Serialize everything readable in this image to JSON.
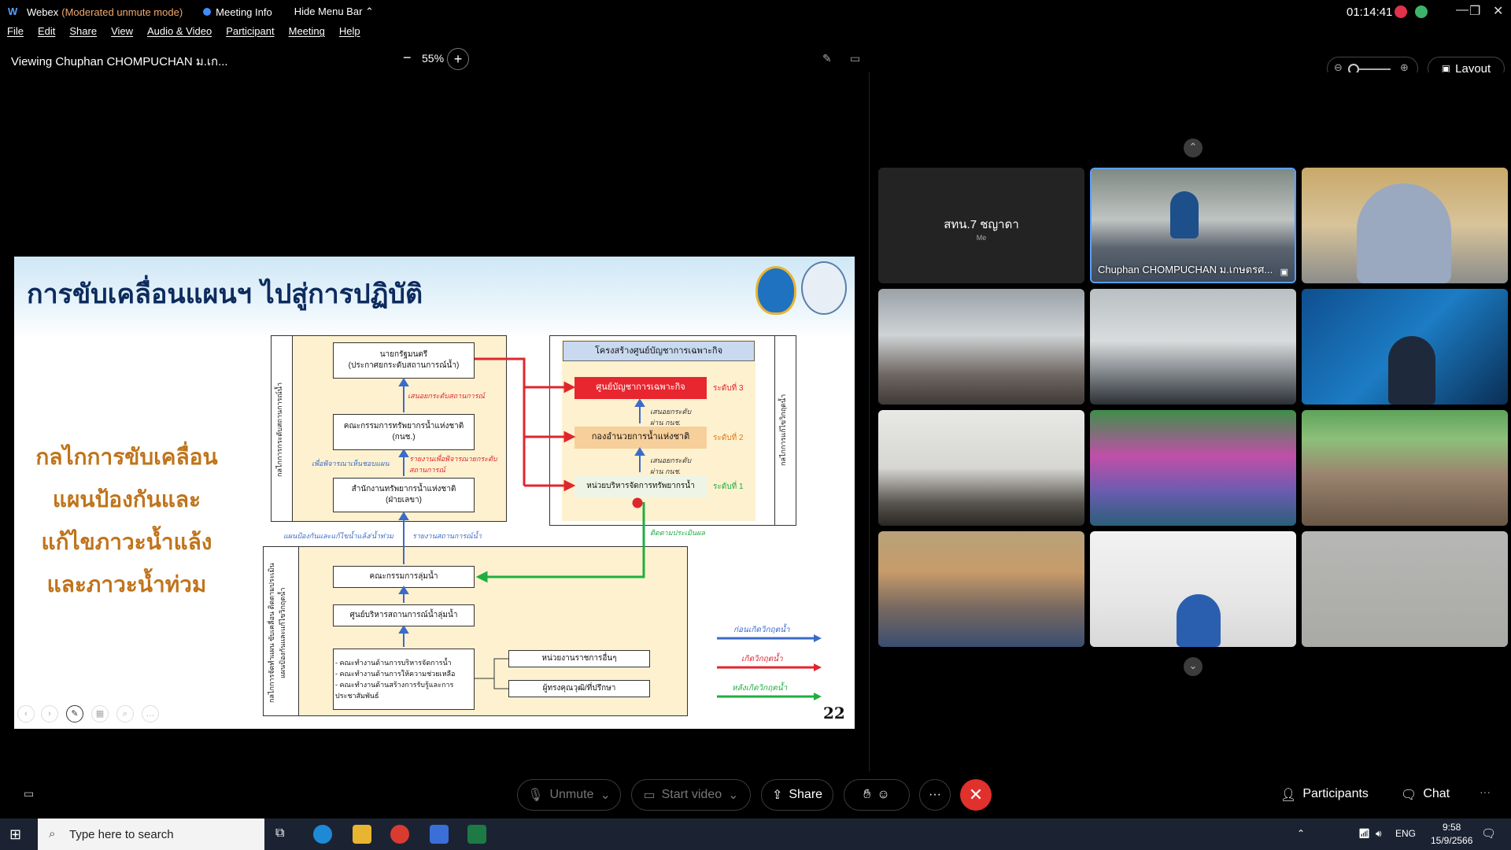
{
  "titlebar": {
    "app": "Webex",
    "mode": "(Moderated unmute mode)",
    "meeting_info": "Meeting Info",
    "hide_menu": "Hide Menu Bar",
    "timer": "01:14:41"
  },
  "menu": [
    "File",
    "Edit",
    "Share",
    "View",
    "Audio & Video",
    "Participant",
    "Meeting",
    "Help"
  ],
  "viewer": {
    "viewing": "Viewing Chuphan CHOMPUCHAN ม.เก...",
    "zoom": "55%",
    "layout_label": "Layout"
  },
  "slide": {
    "title": "การขับเคลื่อนแผนฯ ไปสู่การปฏิบัติ",
    "left_heading": [
      "กลไกการขับเคลื่อน",
      "แผนป้องกันและ",
      "แก้ไขภาวะน้ำแล้ง",
      "และภาวะน้ำท่วม"
    ],
    "page_number": "22",
    "left_column_label": "กลไกการกระดับสถานการณ์น้ำ",
    "right_column_label": "กลไกการแก้ไขวิกฤตน้ำ",
    "bottom_column_label": "กลไกการจัดทำแผน ขับเคลื่อน ติดตามประเมิน แผนป้องกันและแก้ไขวิกฤตน้ำ",
    "box_pm": "นายกรัฐมนตรี\n(ประกาศยกระดับสถานการณ์น้ำ)",
    "note_propose": "เสนอยกระดับสถานการณ์",
    "box_nwrc": "คณะกรรมการทรัพยากรน้ำแห่งชาติ\n(กนช.)",
    "note_consider": "เพื่อพิจารณาเห็นชอบแผน",
    "note_report": "รายงานเพื่อพิจารณายกระดับสถานการณ์",
    "box_onwr": "สำนักงานทรัพยากรน้ำแห่งชาติ\n(ฝ่ายเลขา)",
    "note_plan": "แผนป้องกันและแก้ไขน้ำแล้ง/น้ำท่วม",
    "note_situation": "รายงานสถานการณ์น้ำ",
    "box_rbc": "คณะกรรมการลุ่มน้ำ",
    "box_basin_center": "ศูนย์บริหารสถานการณ์น้ำลุ่มน้ำ",
    "working_groups": [
      "- คณะทำงานด้านการบริหารจัดการน้ำ",
      "- คณะทำงานด้านการให้ความช่วยเหลือ",
      "- คณะทำงานด้านสร้างการรับรู้และการประชาสัมพันธ์"
    ],
    "box_other_agency": "หน่วยงานราชการอื่นๆ",
    "box_experts": "ผู้ทรงคุณวุฒิ/ที่ปรึกษา",
    "command_header": "โครงสร้างศูนย์บัญชาการเฉพาะกิจ",
    "box_command": "ศูนย์บัญชาการเฉพาะกิจ",
    "level3": "ระดับที่ 3",
    "box_directorate": "กองอำนวยการน้ำแห่งชาติ",
    "level2": "ระดับที่ 2",
    "box_unit": "หน่วยบริหารจัดการทรัพยากรน้ำ",
    "level1": "ระดับที่ 1",
    "note_raise1": "เสนอยกระดับ ผ่าน กนช.",
    "note_raise2": "เสนอยกระดับ ผ่าน กนช.",
    "note_follow": "ติดตามประเมินผล",
    "legend": [
      {
        "label": "ก่อนเกิดวิกฤตน้ำ",
        "color": "#3b6bc9"
      },
      {
        "label": "เกิดวิกฤตน้ำ",
        "color": "#e0262d"
      },
      {
        "label": "หลังเกิดวิกฤตน้ำ",
        "color": "#1fae3f"
      }
    ]
  },
  "participants": {
    "me_name": "สทน.7 ชญาดา",
    "me_tag": "Me",
    "active_name": "Chuphan CHOMPUCHAN ม.เกษตรศ..."
  },
  "controls": {
    "unmute": "Unmute",
    "start_video": "Start video",
    "share": "Share",
    "more": "···",
    "participants": "Participants",
    "chat": "Chat"
  },
  "taskbar": {
    "search_placeholder": "Type here to search",
    "lang": "ENG",
    "time": "9:58",
    "date": "15/9/2566"
  }
}
